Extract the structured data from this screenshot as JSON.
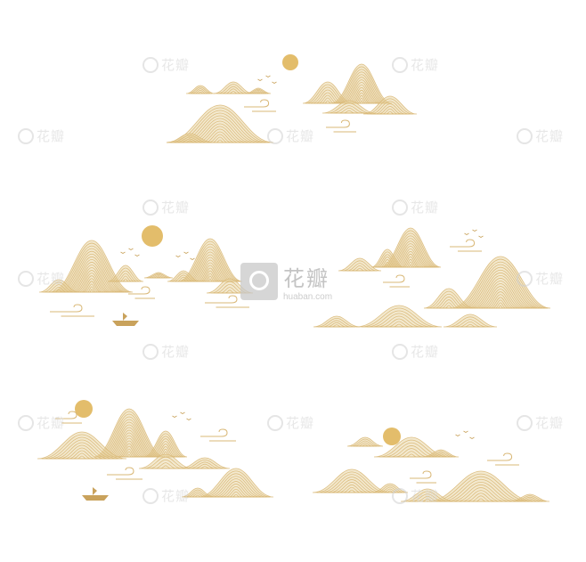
{
  "watermark": {
    "text": "花瓣",
    "brand_cn": "花瓣",
    "brand_url": "huaban.com"
  },
  "colors": {
    "gold": "#d9b877",
    "gold_light": "#ead7a8",
    "gold_dark": "#c9a25c",
    "sun": "#e3bd6b",
    "watermark": "#d0d0d0"
  }
}
